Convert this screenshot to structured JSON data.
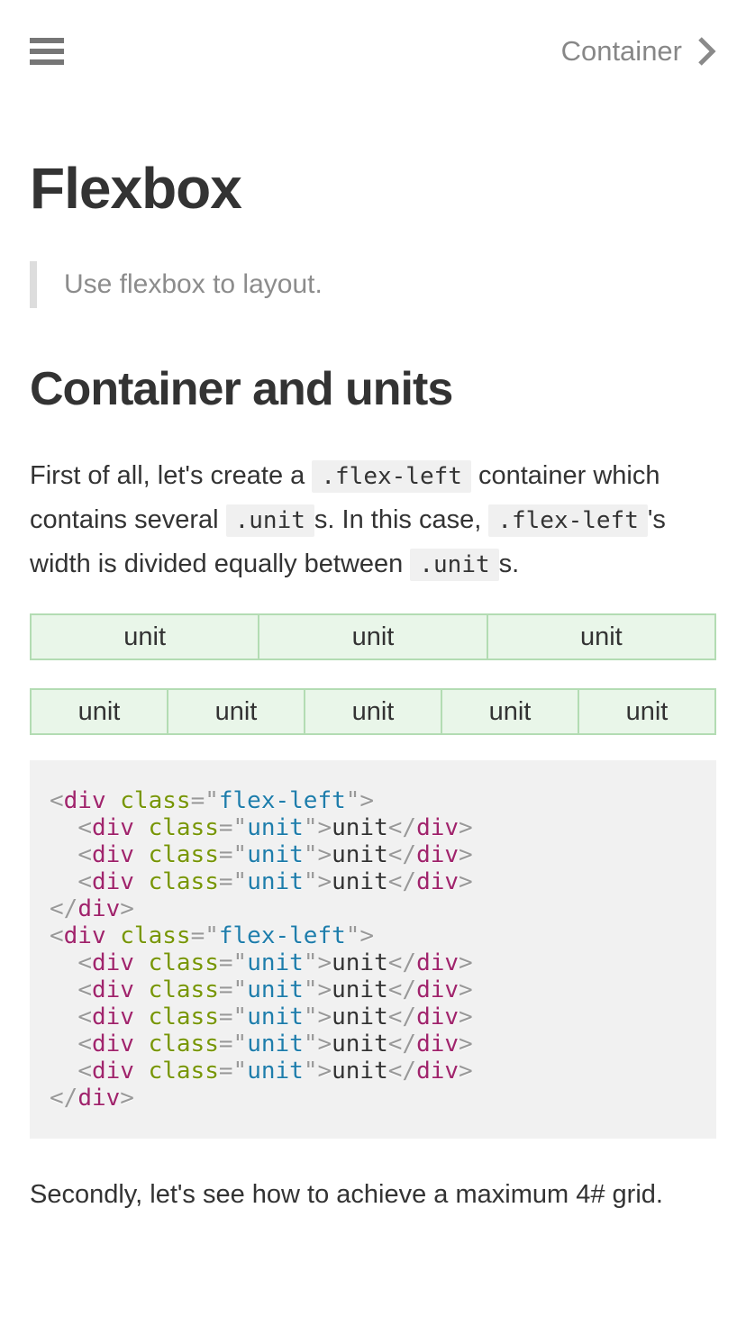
{
  "theme": {
    "accent_green_bg": "#e9f6e9",
    "accent_green_border": "#b3dcb3",
    "code_block_bg": "#f1f1f1",
    "inline_code_bg": "#f0f0f0",
    "text_color": "#333333",
    "muted_text_color": "#8c8c8c",
    "quote_border_color": "#dddddd",
    "nav_color": "#878787",
    "syntax_colors": {
      "punctuation": "#999999",
      "tag": "#a0246c",
      "attribute": "#789606",
      "string": "#1e7dab",
      "plain": "#333333"
    }
  },
  "topbar": {
    "menu_icon": "hamburger-icon",
    "next_link": {
      "label": "Container",
      "chevron_icon": "chevron-right-icon"
    }
  },
  "main": {
    "title": "Flexbox",
    "quote": "Use flexbox to layout.",
    "section_heading": "Container and units",
    "intro_segments": [
      {
        "type": "text",
        "text": "First of all, let's create a "
      },
      {
        "type": "code",
        "text": ".flex-left"
      },
      {
        "type": "text",
        "text": " container which contains several "
      },
      {
        "type": "code",
        "text": ".unit"
      },
      {
        "type": "text",
        "text": "s. In this case, "
      },
      {
        "type": "code",
        "text": ".flex-left"
      },
      {
        "type": "text",
        "text": "'s width is divided equally between "
      },
      {
        "type": "code",
        "text": ".unit"
      },
      {
        "type": "text",
        "text": "s."
      }
    ],
    "closing_paragraph": "Secondly, let's see how to achieve a maximum 4# grid."
  },
  "demo": {
    "rows": [
      {
        "units": [
          "unit",
          "unit",
          "unit"
        ]
      },
      {
        "units": [
          "unit",
          "unit",
          "unit",
          "unit",
          "unit"
        ]
      }
    ]
  },
  "code_block": {
    "language": "html",
    "lines": [
      [
        [
          "p",
          "<"
        ],
        [
          "t",
          "div"
        ],
        [
          "x",
          " "
        ],
        [
          "a",
          "class"
        ],
        [
          "p",
          "=\""
        ],
        [
          "s",
          "flex-left"
        ],
        [
          "p",
          "\">"
        ]
      ],
      [
        [
          "x",
          "  "
        ],
        [
          "p",
          "<"
        ],
        [
          "t",
          "div"
        ],
        [
          "x",
          " "
        ],
        [
          "a",
          "class"
        ],
        [
          "p",
          "=\""
        ],
        [
          "s",
          "unit"
        ],
        [
          "p",
          "\">"
        ],
        [
          "x",
          "unit"
        ],
        [
          "p",
          "</"
        ],
        [
          "t",
          "div"
        ],
        [
          "p",
          ">"
        ]
      ],
      [
        [
          "x",
          "  "
        ],
        [
          "p",
          "<"
        ],
        [
          "t",
          "div"
        ],
        [
          "x",
          " "
        ],
        [
          "a",
          "class"
        ],
        [
          "p",
          "=\""
        ],
        [
          "s",
          "unit"
        ],
        [
          "p",
          "\">"
        ],
        [
          "x",
          "unit"
        ],
        [
          "p",
          "</"
        ],
        [
          "t",
          "div"
        ],
        [
          "p",
          ">"
        ]
      ],
      [
        [
          "x",
          "  "
        ],
        [
          "p",
          "<"
        ],
        [
          "t",
          "div"
        ],
        [
          "x",
          " "
        ],
        [
          "a",
          "class"
        ],
        [
          "p",
          "=\""
        ],
        [
          "s",
          "unit"
        ],
        [
          "p",
          "\">"
        ],
        [
          "x",
          "unit"
        ],
        [
          "p",
          "</"
        ],
        [
          "t",
          "div"
        ],
        [
          "p",
          ">"
        ]
      ],
      [
        [
          "p",
          "</"
        ],
        [
          "t",
          "div"
        ],
        [
          "p",
          ">"
        ]
      ],
      [
        [
          "p",
          "<"
        ],
        [
          "t",
          "div"
        ],
        [
          "x",
          " "
        ],
        [
          "a",
          "class"
        ],
        [
          "p",
          "=\""
        ],
        [
          "s",
          "flex-left"
        ],
        [
          "p",
          "\">"
        ]
      ],
      [
        [
          "x",
          "  "
        ],
        [
          "p",
          "<"
        ],
        [
          "t",
          "div"
        ],
        [
          "x",
          " "
        ],
        [
          "a",
          "class"
        ],
        [
          "p",
          "=\""
        ],
        [
          "s",
          "unit"
        ],
        [
          "p",
          "\">"
        ],
        [
          "x",
          "unit"
        ],
        [
          "p",
          "</"
        ],
        [
          "t",
          "div"
        ],
        [
          "p",
          ">"
        ]
      ],
      [
        [
          "x",
          "  "
        ],
        [
          "p",
          "<"
        ],
        [
          "t",
          "div"
        ],
        [
          "x",
          " "
        ],
        [
          "a",
          "class"
        ],
        [
          "p",
          "=\""
        ],
        [
          "s",
          "unit"
        ],
        [
          "p",
          "\">"
        ],
        [
          "x",
          "unit"
        ],
        [
          "p",
          "</"
        ],
        [
          "t",
          "div"
        ],
        [
          "p",
          ">"
        ]
      ],
      [
        [
          "x",
          "  "
        ],
        [
          "p",
          "<"
        ],
        [
          "t",
          "div"
        ],
        [
          "x",
          " "
        ],
        [
          "a",
          "class"
        ],
        [
          "p",
          "=\""
        ],
        [
          "s",
          "unit"
        ],
        [
          "p",
          "\">"
        ],
        [
          "x",
          "unit"
        ],
        [
          "p",
          "</"
        ],
        [
          "t",
          "div"
        ],
        [
          "p",
          ">"
        ]
      ],
      [
        [
          "x",
          "  "
        ],
        [
          "p",
          "<"
        ],
        [
          "t",
          "div"
        ],
        [
          "x",
          " "
        ],
        [
          "a",
          "class"
        ],
        [
          "p",
          "=\""
        ],
        [
          "s",
          "unit"
        ],
        [
          "p",
          "\">"
        ],
        [
          "x",
          "unit"
        ],
        [
          "p",
          "</"
        ],
        [
          "t",
          "div"
        ],
        [
          "p",
          ">"
        ]
      ],
      [
        [
          "x",
          "  "
        ],
        [
          "p",
          "<"
        ],
        [
          "t",
          "div"
        ],
        [
          "x",
          " "
        ],
        [
          "a",
          "class"
        ],
        [
          "p",
          "=\""
        ],
        [
          "s",
          "unit"
        ],
        [
          "p",
          "\">"
        ],
        [
          "x",
          "unit"
        ],
        [
          "p",
          "</"
        ],
        [
          "t",
          "div"
        ],
        [
          "p",
          ">"
        ]
      ],
      [
        [
          "p",
          "</"
        ],
        [
          "t",
          "div"
        ],
        [
          "p",
          ">"
        ]
      ]
    ]
  }
}
